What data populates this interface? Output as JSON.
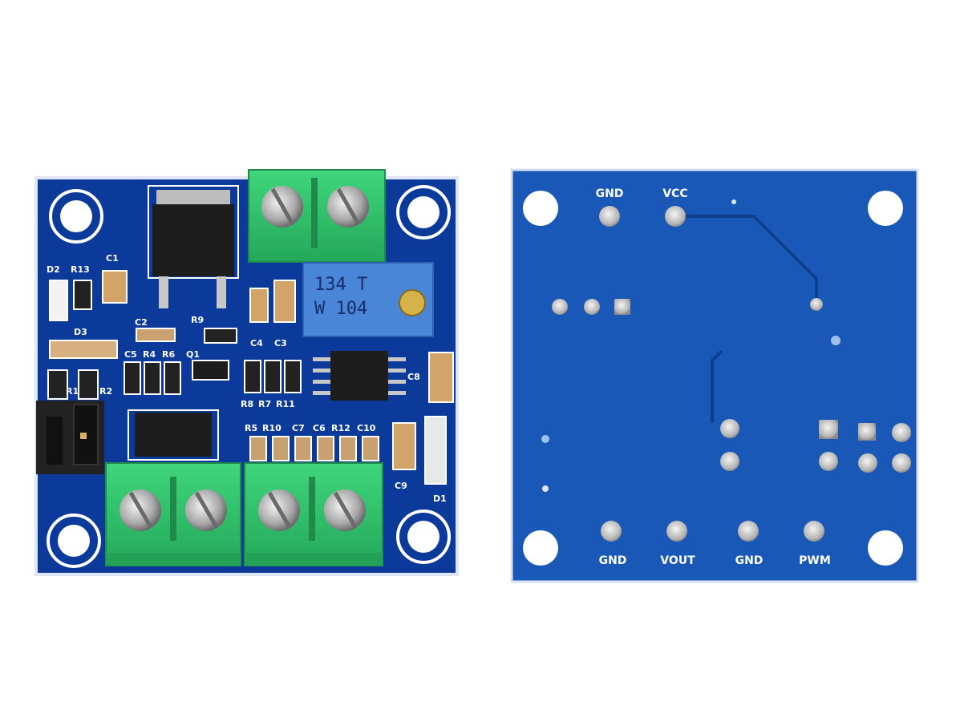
{
  "front_board": {
    "component_labels": {
      "D2": "D2",
      "R13": "R13",
      "C1": "C1",
      "C2": "C2",
      "D3": "D3",
      "R9": "R9",
      "C4": "C4",
      "C3": "C3",
      "C5": "C5",
      "R4": "R4",
      "R6": "R6",
      "Q1": "Q1",
      "R8": "R8",
      "R7": "R7",
      "R11": "R11",
      "C8": "C8",
      "R1": "R1",
      "R2": "R2",
      "R5": "R5",
      "R10": "R10",
      "C7": "C7",
      "C6": "C6",
      "R12": "R12",
      "C10": "C10",
      "C9": "C9",
      "D1": "D1"
    },
    "potentiometer": {
      "line1": "134 T",
      "line2": "W 104"
    }
  },
  "back_board": {
    "pin_labels": {
      "gnd_top": "GND",
      "vcc": "VCC",
      "gnd_bottom_1": "GND",
      "vout": "VOUT",
      "gnd_bottom_2": "GND",
      "pwm": "PWM"
    }
  },
  "colors": {
    "pcb_front": "#0b3a9a",
    "pcb_back": "#1a58b8",
    "terminal_green": "#2fbf6a",
    "pot_blue": "#4a86d8"
  }
}
